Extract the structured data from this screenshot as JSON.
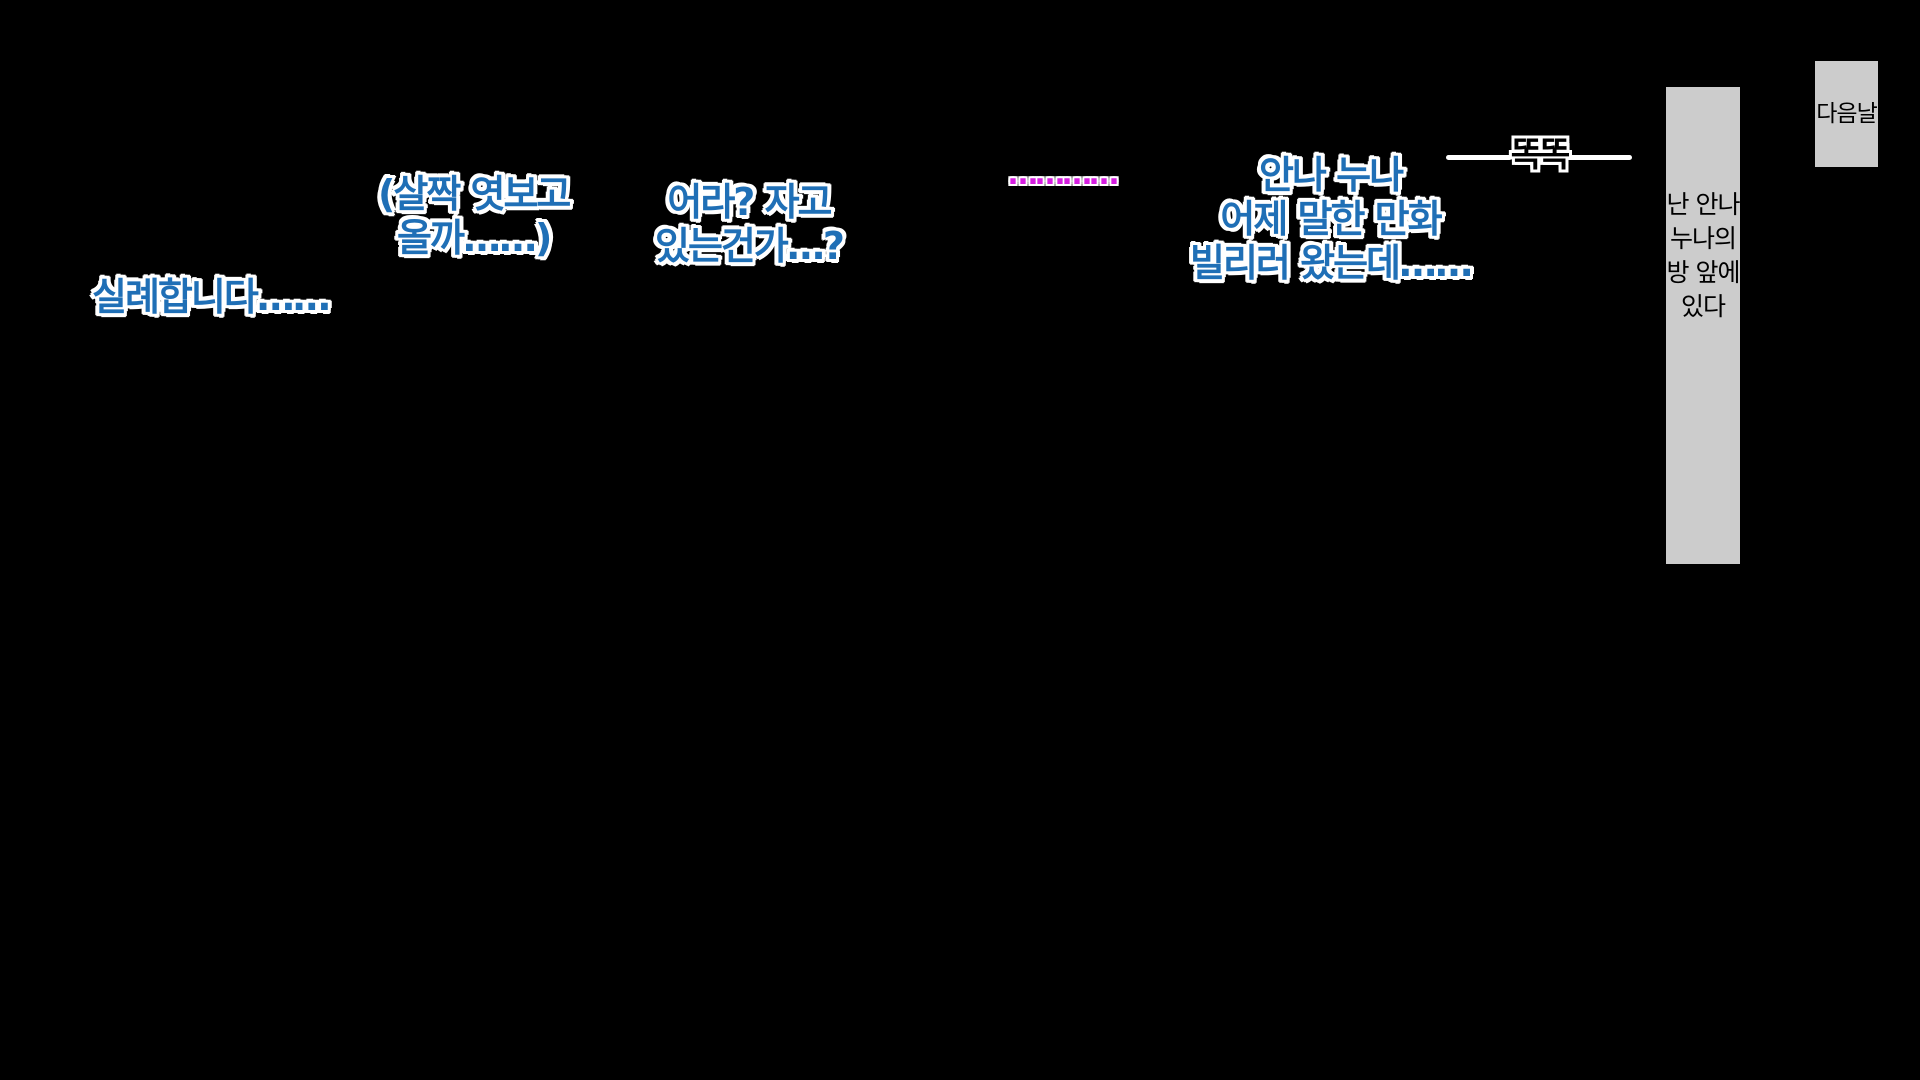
{
  "scene": {
    "background_color": "#000000"
  },
  "speech_bubbles": [
    {
      "id": "sillye",
      "color": "#1f6fb6",
      "lines": [
        "실례합니다……"
      ]
    },
    {
      "id": "salijak",
      "color": "#1f6fb6",
      "lines": [
        "(살짝 엿보고",
        "올까……)"
      ]
    },
    {
      "id": "eora",
      "color": "#1f6fb6",
      "lines": [
        "어라? 자고",
        "있는건가…?"
      ]
    },
    {
      "id": "anna",
      "color": "#1f6fb6",
      "lines": [
        "안나 누나",
        "어제 말한 만화",
        "빌리러 왔는데……"
      ]
    }
  ],
  "dots": {
    "text": "…………",
    "color": "#d61ee0"
  },
  "sfx": {
    "text": "똑똑"
  },
  "narration": {
    "main_lines": [
      "난 안나",
      "누나의",
      "방 앞에",
      "있다"
    ],
    "next_day": "다음날",
    "box_color": "#cccccc"
  }
}
